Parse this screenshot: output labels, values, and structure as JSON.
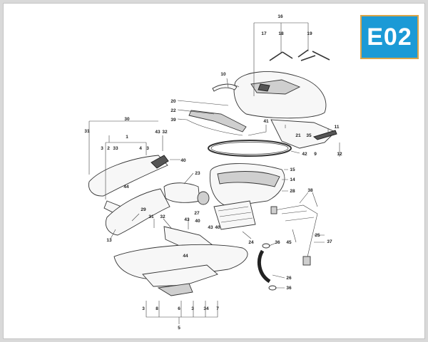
{
  "diagram": {
    "code": "E02",
    "callouts": {
      "c16": "16",
      "c17": "17",
      "c18": "18",
      "c19": "19",
      "c10": "10",
      "c20": "20",
      "c22": "22",
      "c39": "39",
      "c41": "41",
      "c21": "21",
      "c35": "35",
      "c11": "11",
      "c9": "9",
      "c42": "42",
      "c12": "12",
      "c30": "30",
      "c31a": "31",
      "c1": "1",
      "c3a": "3",
      "c2a": "2",
      "c33": "33",
      "c4": "4",
      "c3b": "3",
      "c43a": "43",
      "c32a": "32",
      "c40a": "40",
      "c23": "23",
      "c15": "15",
      "c14": "14",
      "c28": "28",
      "c44a": "44",
      "c29": "29",
      "c27": "27",
      "c31b": "31",
      "c32b": "32",
      "c43b": "43",
      "c40b": "40",
      "c40c": "40",
      "c43c": "43",
      "c13": "13",
      "c24": "24",
      "c38": "38",
      "c25": "25",
      "c37": "37",
      "c36a": "36",
      "c45": "45",
      "c26": "26",
      "c36b": "36",
      "c44b": "44",
      "c3c": "3",
      "c8": "8",
      "c6": "6",
      "c3d": "3",
      "c34": "34",
      "c7": "7",
      "c5": "5"
    }
  }
}
